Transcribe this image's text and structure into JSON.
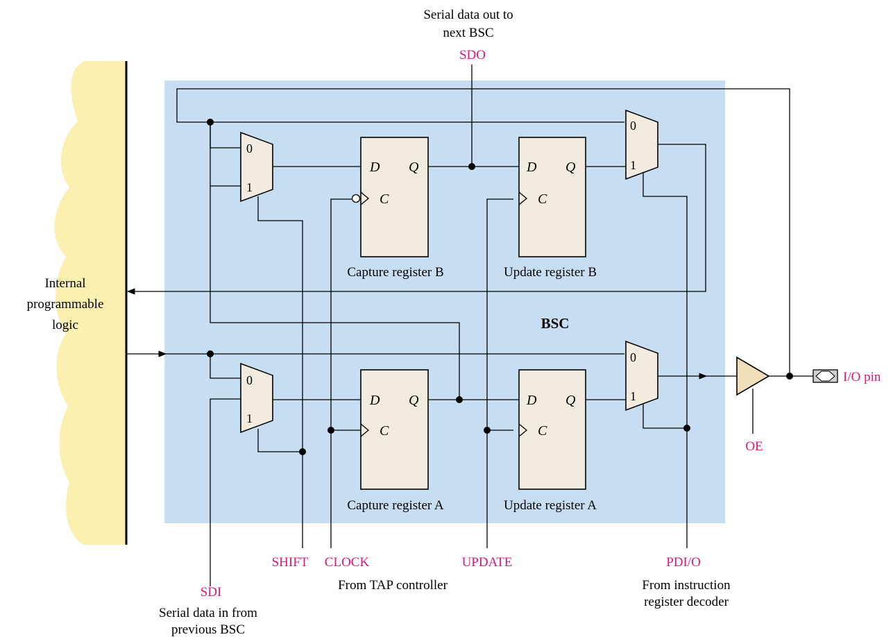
{
  "top": {
    "sdo_desc_line1": "Serial data out to",
    "sdo_desc_line2": "next BSC",
    "sdo": "SDO"
  },
  "logic": {
    "line1": "Internal",
    "line2": "programmable",
    "line3": "logic"
  },
  "bsc_label": "BSC",
  "registers": {
    "capture_b": "Capture register B",
    "update_b": "Update register B",
    "capture_a": "Capture register A",
    "update_a": "Update register A",
    "d": "D",
    "q": "Q",
    "c": "C"
  },
  "mux": {
    "in0": "0",
    "in1": "1"
  },
  "signals": {
    "shift": "SHIFT",
    "clock": "CLOCK",
    "update": "UPDATE",
    "pdio": "PDI/O",
    "sdi": "SDI",
    "oe": "OE",
    "io_pin": "I/O pin"
  },
  "bottom": {
    "tap": "From TAP controller",
    "decoder_line1": "From instruction",
    "decoder_line2": "register decoder",
    "sdi_desc_line1": "Serial data in from",
    "sdi_desc_line2": "previous BSC"
  },
  "colors": {
    "bsc_fill": "#c6ddf2",
    "logic_cloud": "#fcf0b0",
    "signal_label": "#e0157a",
    "block_fill": "#f1ebe0"
  }
}
